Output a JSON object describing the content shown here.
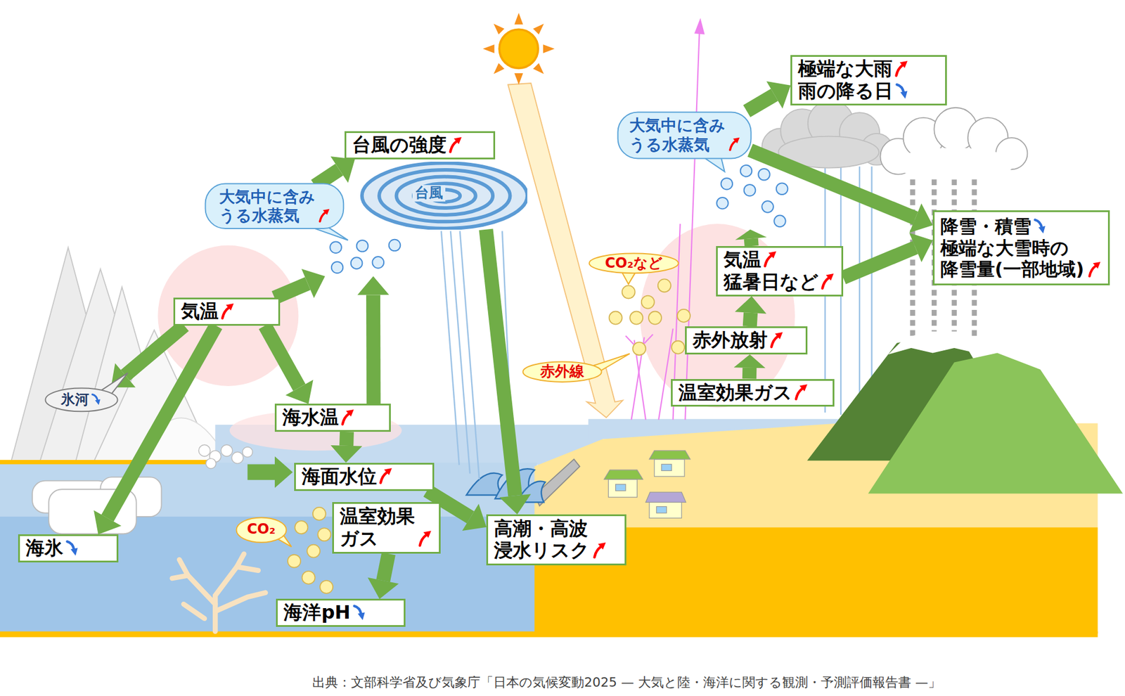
{
  "diagram": {
    "caption": "出典：文部科学省及び気象庁「日本の気候変動2025 — 大気と陸・海洋に関する観測・予測評価報告書 —」",
    "nodes": [
      {
        "text": [
          "台風の強度"
        ]
      },
      {
        "text": [
          "大気中に含み うる水蒸気"
        ]
      },
      {
        "text": [
          "台風"
        ]
      },
      {
        "text": [
          "気温"
        ]
      },
      {
        "text": [
          "氷河"
        ]
      },
      {
        "text": [
          "海水温"
        ]
      },
      {
        "text": [
          "海面水位"
        ]
      },
      {
        "text": [
          "海氷"
        ]
      },
      {
        "text": [
          "温室効果 ガス"
        ]
      },
      {
        "text": [
          "高潮・高波 浸水リスク"
        ]
      },
      {
        "text": [
          "海洋pH"
        ]
      },
      {
        "text": [
          "CO₂"
        ]
      },
      {
        "text": [
          "極端な大雨",
          "雨の降る日"
        ]
      },
      {
        "text": [
          "大気中に含み うる水蒸気"
        ]
      },
      {
        "text": [
          "CO₂など"
        ]
      },
      {
        "text": [
          "気温",
          "猛暑日など"
        ]
      },
      {
        "text": [
          "降雪・積雪",
          "極端な大雪時の 降雪量(一部地域)"
        ]
      },
      {
        "text": [
          "赤外放射"
        ]
      },
      {
        "text": [
          "赤外線"
        ]
      },
      {
        "text": [
          "温室効果ガス"
        ]
      }
    ],
    "edges": [
      {
        "from": 1,
        "to": 0,
        "arrow": "to"
      },
      {
        "from": 3,
        "to": 1,
        "arrow": "to"
      },
      {
        "from": 5,
        "to": 1,
        "arrow": "to"
      },
      {
        "from": 3,
        "to": 4,
        "arrow": "to"
      },
      {
        "from": 3,
        "to": 7,
        "arrow": "to"
      },
      {
        "from": 3,
        "to": 5,
        "arrow": "to"
      },
      {
        "from": 5,
        "to": 6,
        "arrow": "to"
      },
      {
        "from": 6,
        "to": 9,
        "arrow": "to"
      },
      {
        "from": 2,
        "to": 9,
        "arrow": "to"
      },
      {
        "from": 8,
        "to": 10,
        "arrow": "to"
      },
      {
        "from": 13,
        "to": 12,
        "arrow": "to"
      },
      {
        "from": 13,
        "to": 16,
        "arrow": "to"
      },
      {
        "from": 15,
        "to": 13,
        "arrow": "to"
      },
      {
        "from": 15,
        "to": 16,
        "arrow": "to"
      },
      {
        "from": 17,
        "to": 15,
        "arrow": "to"
      },
      {
        "from": 19,
        "to": 17,
        "arrow": "to"
      }
    ]
  }
}
